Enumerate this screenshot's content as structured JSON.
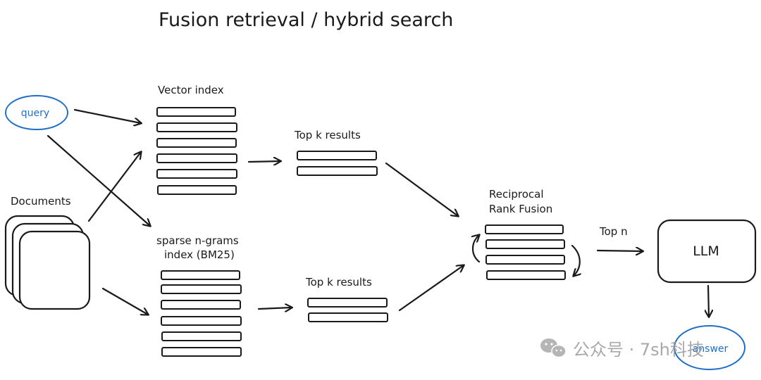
{
  "title": "Fusion retrieval / hybrid search",
  "nodes": {
    "query": "query",
    "documents": "Documents",
    "vector_index": "Vector index",
    "sparse_index_line1": "sparse n-grams",
    "sparse_index_line2": "index (BM25)",
    "top_k_upper": "Top k results",
    "top_k_lower": "Top k results",
    "rrf_line1": "Reciprocal",
    "rrf_line2": "Rank Fusion",
    "top_n": "Top n",
    "llm": "LLM",
    "answer": "answer"
  },
  "watermark": "公众号 · 7sh科技",
  "colors": {
    "ink": "#1a1a1a",
    "accent": "#1d6fc8",
    "watermark": "#9a9a9a"
  },
  "icons": {
    "watermark_logo": "wechat-icon"
  }
}
